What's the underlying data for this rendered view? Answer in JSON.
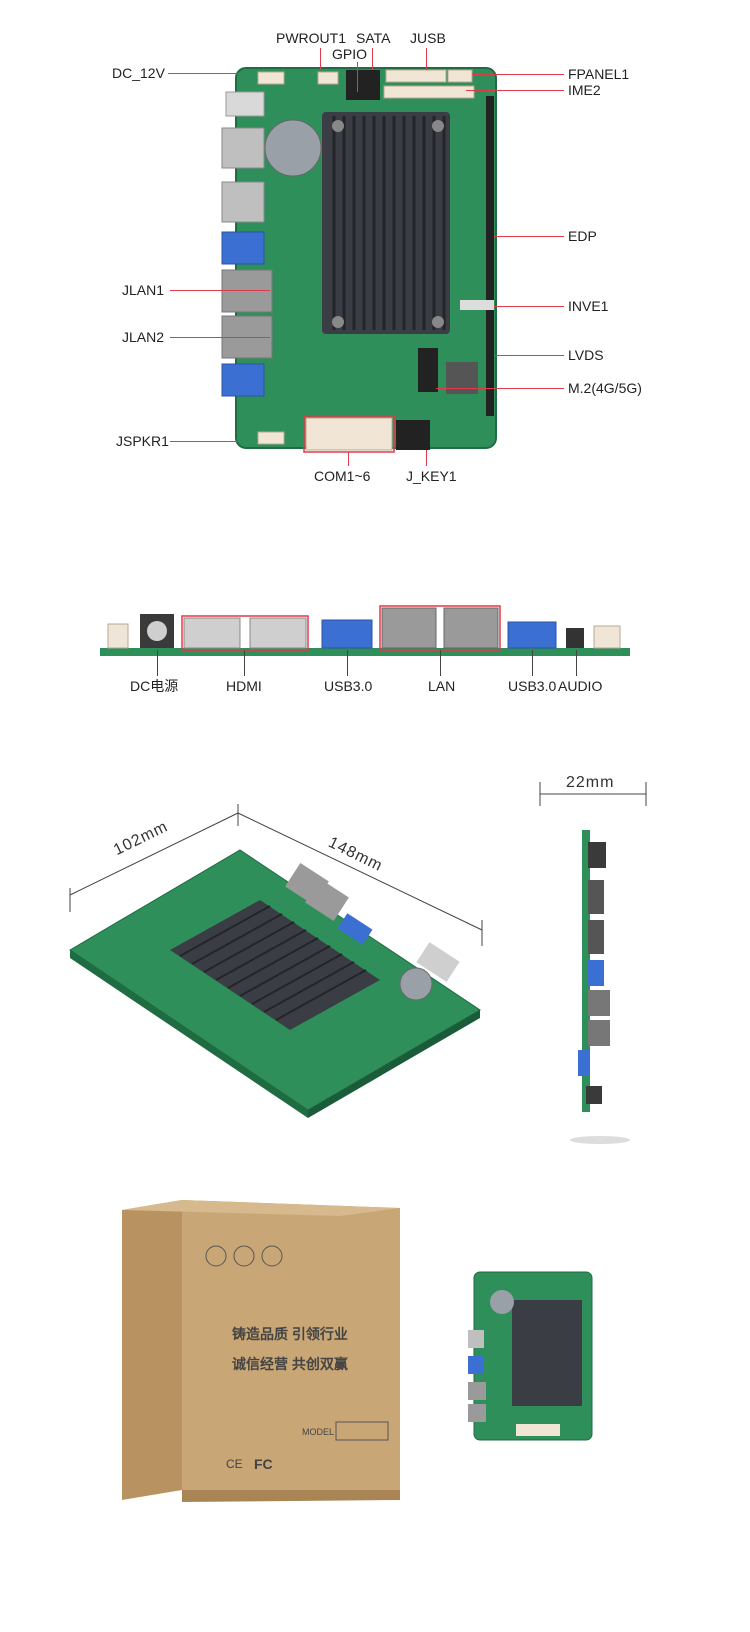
{
  "top_labels": {
    "pwrout1": "PWROUT1",
    "sata": "SATA",
    "jusb": "JUSB",
    "gpio": "GPIO",
    "dc_12v": "DC_12V",
    "fpanel1": "FPANEL1",
    "ime2": "IME2",
    "edp": "EDP",
    "jlan1": "JLAN1",
    "inve1": "INVE1",
    "jlan2": "JLAN2",
    "lvds": "LVDS",
    "m2": "M.2(4G/5G)",
    "jspkr1": "JSPKR1",
    "com": "COM1~6",
    "jkey1": "J_KEY1"
  },
  "side_labels": {
    "dc": "DC电源",
    "hdmi": "HDMI",
    "usb_a": "USB3.0",
    "lan": "LAN",
    "usb_b": "USB3.0",
    "audio": "AUDIO"
  },
  "dimensions": {
    "width": "102mm",
    "length": "148mm",
    "height": "22mm"
  },
  "box_text": {
    "line1": "铸造品质  引领行业",
    "line2": "诚信经营  共创双赢",
    "model": "MODEL",
    "fc": "FC",
    "ce": "CE"
  },
  "colors": {
    "pcb": "#2f8f5a",
    "heatsink": "#3a3d44",
    "accent_line": "#e03a4b",
    "cardboard": "#c9a675"
  }
}
